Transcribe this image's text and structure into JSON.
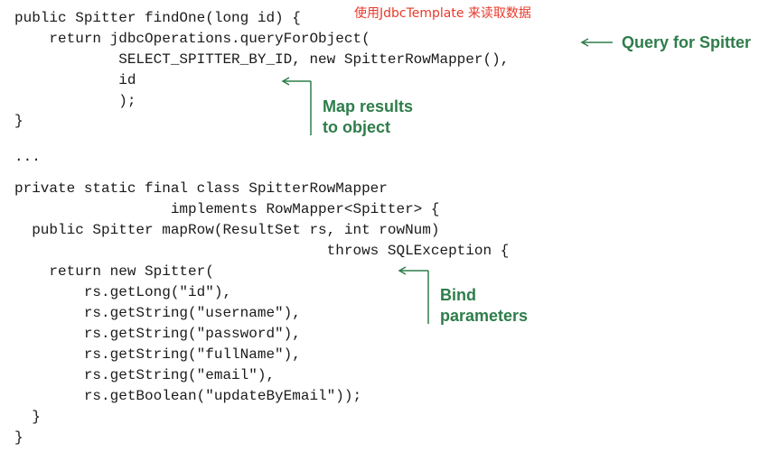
{
  "colors": {
    "code_text": "#1a1a1a",
    "annotation": "#2e7d4a",
    "caption_red": "#e8392b"
  },
  "caption": "使用JdbcTemplate 来读取数据",
  "code_lines": [
    "public Spitter findOne(long id) {",
    "    return jdbcOperations.queryForObject(",
    "            SELECT_SPITTER_BY_ID, new SpitterRowMapper(),",
    "            id",
    "            );",
    "}",
    "...",
    "private static final class SpitterRowMapper",
    "                  implements RowMapper<Spitter> {",
    "  public Spitter mapRow(ResultSet rs, int rowNum)",
    "                                    throws SQLException {",
    "    return new Spitter(",
    "        rs.getLong(\"id\"),",
    "        rs.getString(\"username\"),",
    "        rs.getString(\"password\"),",
    "        rs.getString(\"fullName\"),",
    "        rs.getString(\"email\"),",
    "        rs.getBoolean(\"updateByEmail\"));",
    "  }",
    "}"
  ],
  "callouts": {
    "query": [
      "Query for Spitter"
    ],
    "map": [
      "Map results",
      "to object"
    ],
    "bind": [
      "Bind",
      "parameters"
    ]
  }
}
